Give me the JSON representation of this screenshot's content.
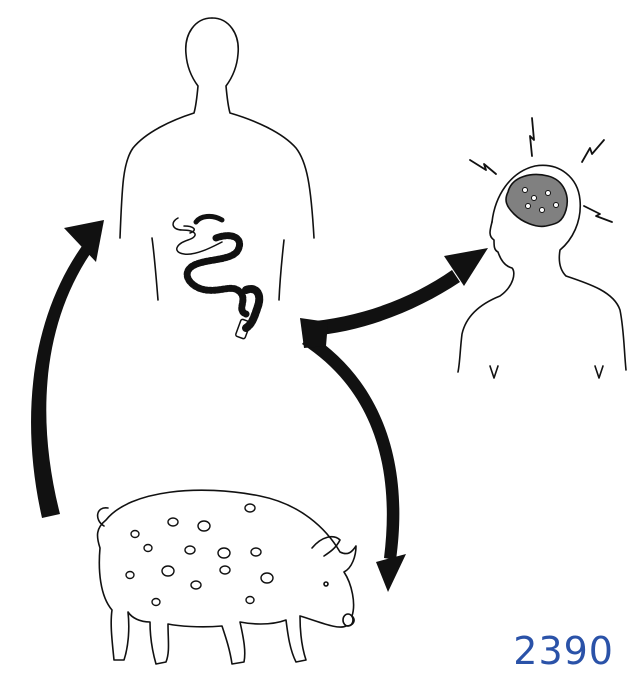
{
  "figure_id": "2390",
  "colors": {
    "ink": "#111111",
    "brain_fill": "#808080",
    "figure_id": "#2a52a8"
  },
  "icons": [
    "human-silhouette",
    "tapeworm",
    "brain-with-cysts",
    "pig-with-cysts",
    "cycle-arrow"
  ]
}
